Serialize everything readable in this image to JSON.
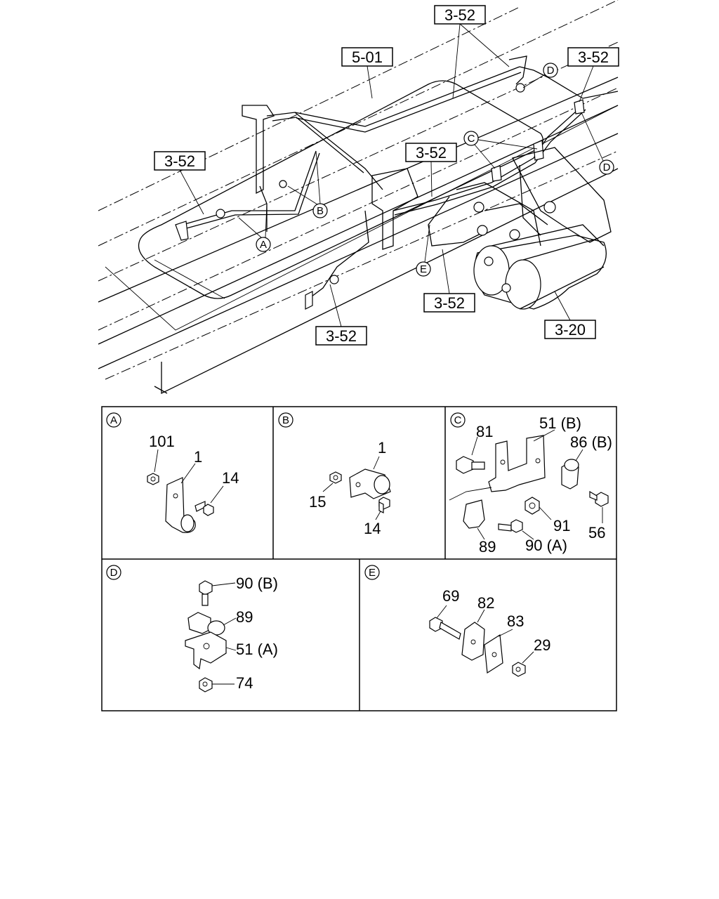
{
  "overview": {
    "references": [
      "3-52",
      "5-01",
      "3-52",
      "3-52",
      "3-52",
      "3-52",
      "3-52",
      "3-20"
    ],
    "markers": [
      "A",
      "B",
      "C",
      "D",
      "D",
      "E"
    ]
  },
  "details": {
    "A": {
      "label": "A",
      "parts": [
        "101",
        "1",
        "14"
      ]
    },
    "B": {
      "label": "B",
      "parts": [
        "1",
        "15",
        "14"
      ]
    },
    "C": {
      "label": "C",
      "parts": [
        "81",
        "51 (B)",
        "86 (B)",
        "91",
        "56",
        "89",
        "90 (A)"
      ]
    },
    "D": {
      "label": "D",
      "parts": [
        "90 (B)",
        "89",
        "51 (A)",
        "74"
      ]
    },
    "E": {
      "label": "E",
      "parts": [
        "69",
        "82",
        "83",
        "29"
      ]
    }
  }
}
